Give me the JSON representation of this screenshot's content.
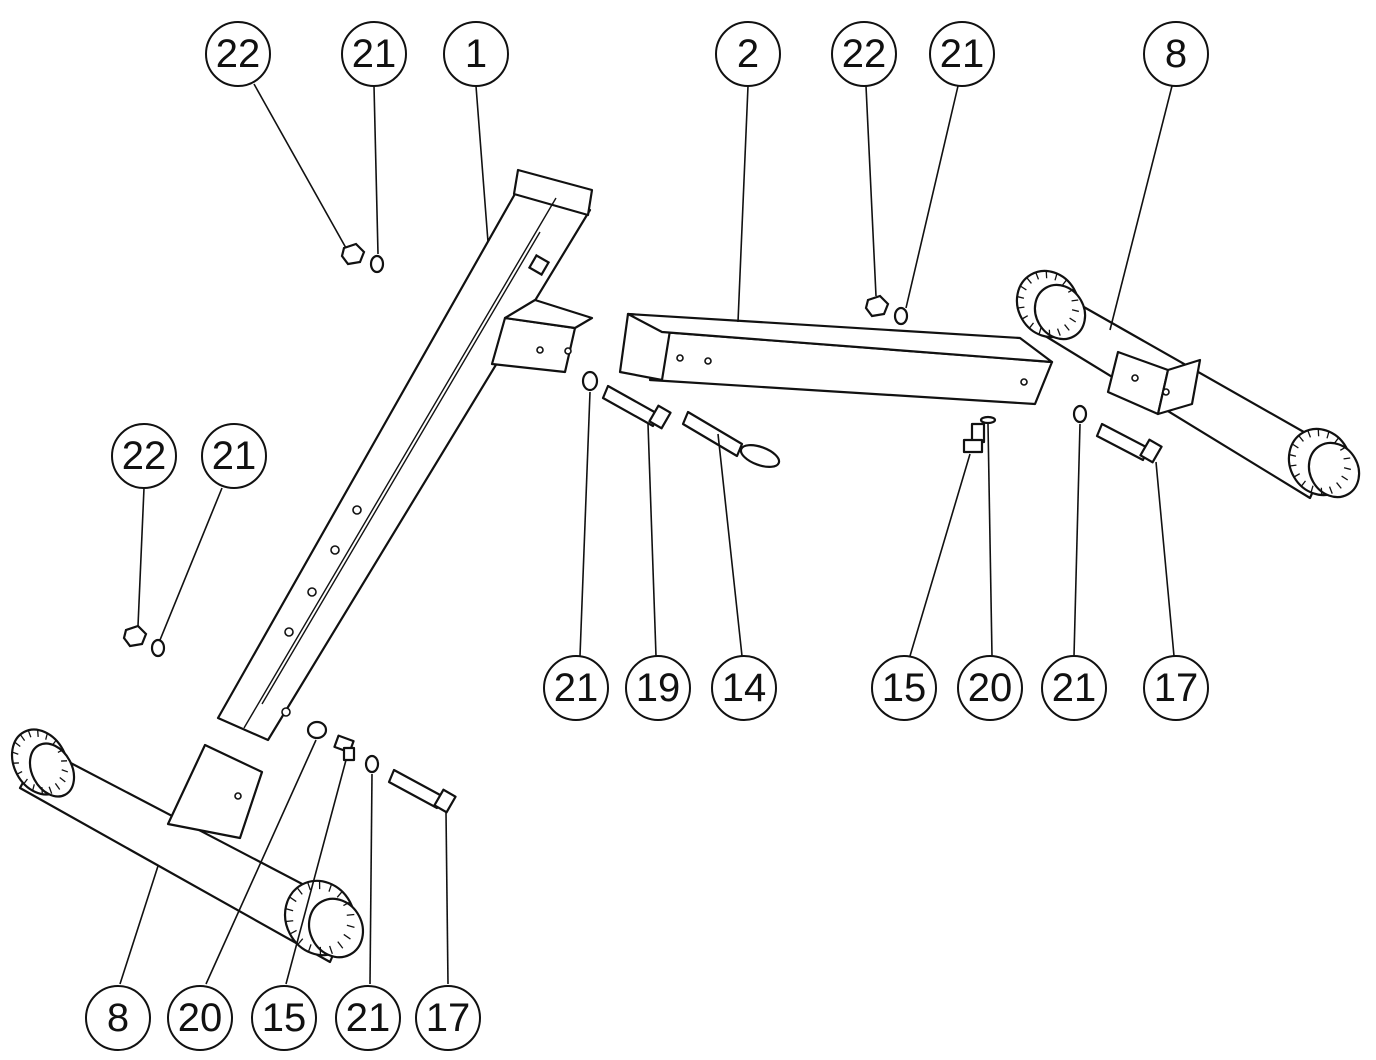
{
  "diagram": {
    "type": "exploded-assembly",
    "callouts": [
      {
        "label": "22"
      },
      {
        "label": "21"
      },
      {
        "label": "1"
      },
      {
        "label": "2"
      },
      {
        "label": "22"
      },
      {
        "label": "21"
      },
      {
        "label": "8"
      },
      {
        "label": "22"
      },
      {
        "label": "21"
      },
      {
        "label": "21"
      },
      {
        "label": "19"
      },
      {
        "label": "14"
      },
      {
        "label": "15"
      },
      {
        "label": "20"
      },
      {
        "label": "21"
      },
      {
        "label": "17"
      },
      {
        "label": "8"
      },
      {
        "label": "20"
      },
      {
        "label": "15"
      },
      {
        "label": "21"
      },
      {
        "label": "17"
      }
    ]
  }
}
